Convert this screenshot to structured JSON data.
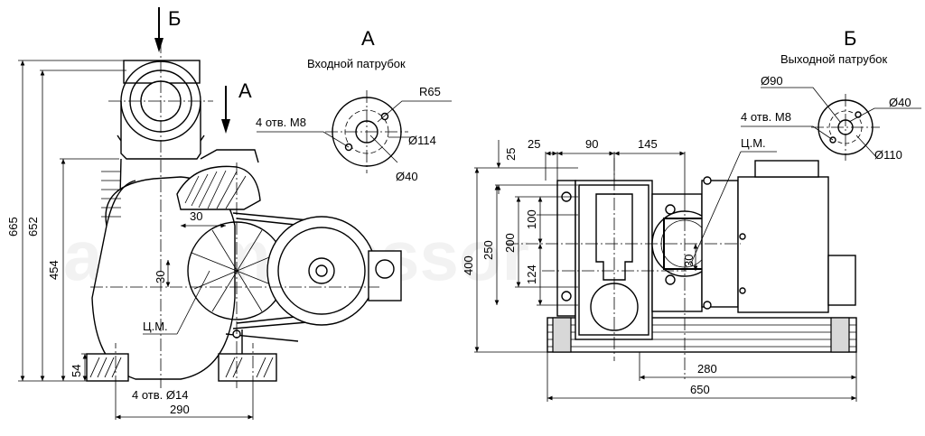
{
  "view_markers": {
    "b_left": "Б",
    "a_left": "А",
    "a_title": "А",
    "b_title": "Б"
  },
  "inlet": {
    "title": "Входной патрубок",
    "r": "R65",
    "holes": "4 отв. М8",
    "d1": "Ø114",
    "d2": "Ø40"
  },
  "outlet": {
    "title": "Выходной патрубок",
    "d1": "Ø90",
    "holes": "4 отв. М8",
    "d2": "Ø40",
    "d3": "Ø110"
  },
  "left_view": {
    "h_total": "665",
    "h_652": "652",
    "h_454": "454",
    "h_54": "54",
    "d30_h": "30",
    "d30_v": "30",
    "cm": "Ц.М.",
    "holes": "4 отв. Ø14",
    "w_290": "290"
  },
  "front_view": {
    "d25": "25",
    "d90": "90",
    "d145": "145",
    "d25v": "25",
    "cm": "Ц.М.",
    "h400": "400",
    "h250": "250",
    "h200": "200",
    "h100": "100",
    "h124": "124",
    "d30": "30",
    "w280": "280",
    "w650": "650"
  },
  "watermark": "a-compressor"
}
